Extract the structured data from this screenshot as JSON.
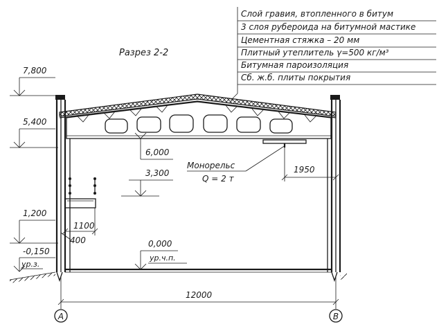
{
  "section_title": "Разрез 2-2",
  "roof_layers": [
    "Слой гравия, втопленного в битум",
    "3 слоя рубероида на битумной мастике",
    "Цементная стяжка – 20 мм",
    "Плитный утеплитель γ=500 кг/м³",
    "Битумная пароизоляция",
    "Сб. ж.б. плиты покрытия"
  ],
  "levels": {
    "l7800": "7,800",
    "l5400": "5,400",
    "l1200": "1,200",
    "lm0150": "-0,150",
    "lm0150_note": "ур.з.",
    "l6000": "6,000",
    "l3300": "3,300",
    "l0000": "0,000",
    "l0000_note": "ур.ч.п."
  },
  "monorail": {
    "title": "Монорельс",
    "capacity": "Q = 2 т"
  },
  "dimensions": {
    "span": "12000",
    "monorail_offset": "1950",
    "window_width": "1100",
    "column_offset": "400"
  },
  "axes": {
    "left": "А",
    "right": "В"
  }
}
